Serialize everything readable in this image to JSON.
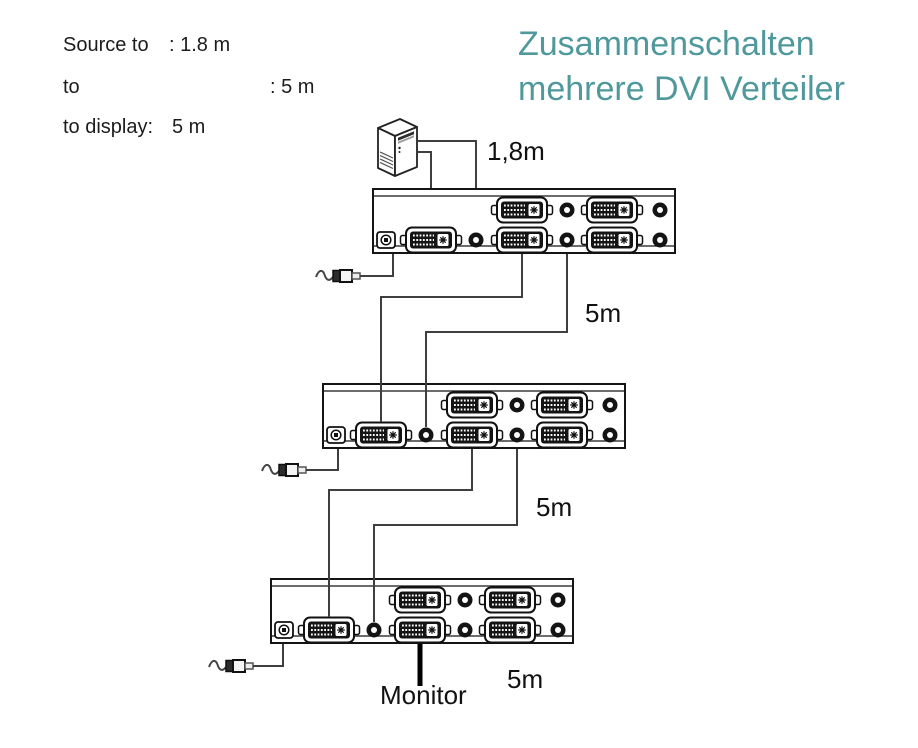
{
  "specs": {
    "rows": [
      {
        "label": "Source to",
        "value": ": 1.8 m"
      },
      {
        "label": "to",
        "value": ": 5 m"
      },
      {
        "label": "to display:",
        "value": "5 m"
      }
    ]
  },
  "title": {
    "line1": "Zusammenschalten",
    "line2": "mehrere DVI Verteiler",
    "color": "#4F989B"
  },
  "diagram": {
    "labels": {
      "cable1": "1,8m",
      "cable2": "5m",
      "cable3": "5m",
      "cable4": "5m",
      "monitor": "Monitor"
    },
    "colors": {
      "cable_line": "#3f3f3f",
      "box_outline": "#151515"
    },
    "icons": [
      "computer-tower-icon",
      "dvi-splitter-box",
      "dvi-port-icon",
      "audio-jack-icon",
      "power-jack-icon",
      "power-plug-icon"
    ]
  }
}
